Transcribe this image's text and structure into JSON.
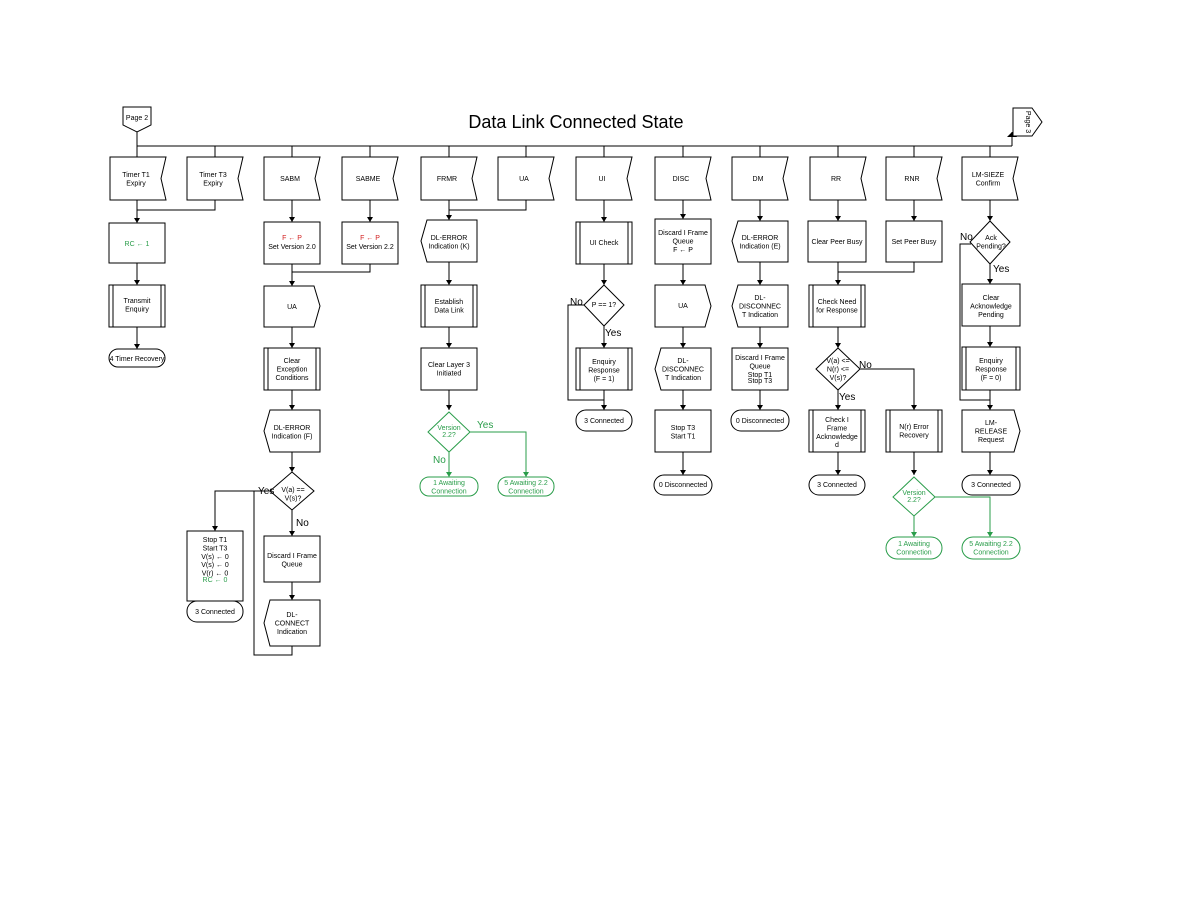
{
  "title": "Data Link Connected State",
  "colors": {
    "line": "#000000",
    "green": "#2a9d4a",
    "red": "#d21f1f"
  },
  "connectors": {
    "page_in": "Page 2",
    "page_out": "Page 3"
  },
  "events": [
    {
      "id": "t1",
      "lines": [
        "Timer T1",
        "Expiry"
      ]
    },
    {
      "id": "t3",
      "lines": [
        "Timer T3",
        "Expiry"
      ]
    },
    {
      "id": "sabm",
      "lines": [
        "SABM"
      ]
    },
    {
      "id": "sabme",
      "lines": [
        "SABME"
      ]
    },
    {
      "id": "frmr",
      "lines": [
        "FRMR"
      ]
    },
    {
      "id": "ua",
      "lines": [
        "UA"
      ]
    },
    {
      "id": "ui",
      "lines": [
        "UI"
      ]
    },
    {
      "id": "disc",
      "lines": [
        "DISC"
      ]
    },
    {
      "id": "dm",
      "lines": [
        "DM"
      ]
    },
    {
      "id": "rr",
      "lines": [
        "RR"
      ]
    },
    {
      "id": "rnr",
      "lines": [
        "RNR"
      ]
    },
    {
      "id": "lmseize",
      "lines": [
        "LM-SIEZE",
        "Confirm"
      ]
    }
  ],
  "nodes": {
    "rc1": {
      "lines": [
        "RC ← 1"
      ]
    },
    "transmit_enquiry": {
      "lines": [
        "Transmit",
        "Enquiry"
      ]
    },
    "timer_recovery": {
      "lines": [
        "4 Timer Recovery"
      ]
    },
    "sabm_fp": {
      "lines": [
        "F ← P"
      ]
    },
    "sabm_ver": {
      "lines": [
        "Set Version 2.0"
      ]
    },
    "sabme_fp": {
      "lines": [
        "F ← P"
      ]
    },
    "sabme_ver": {
      "lines": [
        "Set Version 2.2"
      ]
    },
    "ua_out": {
      "lines": [
        "UA"
      ]
    },
    "clear_exc": {
      "lines": [
        "Clear",
        "Exception",
        "Conditions"
      ]
    },
    "dl_error_f": {
      "lines": [
        "DL-ERROR",
        "Indication (F)"
      ]
    },
    "va_vs": {
      "lines": [
        "V(a) ==",
        "V(s)?"
      ]
    },
    "yes1": {
      "lines": [
        "Yes"
      ]
    },
    "no1": {
      "lines": [
        "No"
      ]
    },
    "stop_t1_box": {
      "lines": [
        "Stop T1",
        "Start T3",
        "V(s) ← 0",
        "V(s) ← 0",
        "V(r) ← 0"
      ]
    },
    "stop_t1_rc": {
      "lines": [
        "RC ← 0"
      ]
    },
    "connected_a": {
      "lines": [
        "3 Connected"
      ]
    },
    "discard_iq": {
      "lines": [
        "Discard I Frame",
        "Queue"
      ]
    },
    "dl_connect": {
      "lines": [
        "DL-",
        "CONNECT",
        "Indication"
      ]
    },
    "dl_error_k": {
      "lines": [
        "DL-ERROR",
        "Indication (K)"
      ]
    },
    "establish": {
      "lines": [
        "Establish",
        "Data Link"
      ]
    },
    "clear_l3": {
      "lines": [
        "Clear Layer 3",
        "Initiated"
      ]
    },
    "version_a": {
      "lines": [
        "Version",
        "2.2?"
      ]
    },
    "yes_a": {
      "lines": [
        "Yes"
      ]
    },
    "no_a": {
      "lines": [
        "No"
      ]
    },
    "awaiting_a": {
      "lines": [
        "1 Awaiting",
        "Connection"
      ]
    },
    "awaiting22_a": {
      "lines": [
        "5 Awaiting 2.2",
        "Connection"
      ]
    },
    "ui_check": {
      "lines": [
        "UI Check"
      ]
    },
    "p_eq_1": {
      "lines": [
        "P == 1?"
      ]
    },
    "no_p": {
      "lines": [
        "No"
      ]
    },
    "yes_p": {
      "lines": [
        "Yes"
      ]
    },
    "enquiry_f1": {
      "lines": [
        "Enquiry",
        "Response",
        "(F = 1)"
      ]
    },
    "connected_b": {
      "lines": [
        "3 Connected"
      ]
    },
    "discard_disc": {
      "lines": [
        "Discard I Frame",
        "Queue",
        "F ← P"
      ]
    },
    "ua_disc": {
      "lines": [
        "UA"
      ]
    },
    "dl_disc_ind": {
      "lines": [
        "DL-",
        "DISCONNEC",
        "T Indication"
      ]
    },
    "stop_t3": {
      "lines": [
        "Stop T3",
        "Start T1"
      ]
    },
    "disconnected_a": {
      "lines": [
        "0 Disconnected"
      ]
    },
    "dl_error_e": {
      "lines": [
        "DL-ERROR",
        "Indication (E)"
      ]
    },
    "dl_disc_dm": {
      "lines": [
        "DL-",
        "DISCONNEC",
        "T Indication"
      ]
    },
    "discard_dm": {
      "lines": [
        "Discard I Frame",
        "Queue",
        "Stop T1"
      ]
    },
    "discard_dm_t3": {
      "lines": [
        "Stop T3"
      ]
    },
    "disconnected_b": {
      "lines": [
        "0 Disconnected"
      ]
    },
    "clear_peer": {
      "lines": [
        "Clear Peer Busy"
      ]
    },
    "set_peer": {
      "lines": [
        "Set Peer Busy"
      ]
    },
    "check_need": {
      "lines": [
        "Check Need",
        "for Response"
      ]
    },
    "va_nr": {
      "lines": [
        "V(a) <=",
        "N(r) <=",
        "V(s)?"
      ]
    },
    "no_nr": {
      "lines": [
        "No"
      ]
    },
    "yes_nr": {
      "lines": [
        "Yes"
      ]
    },
    "check_iack": {
      "lines": [
        "Check I",
        "Frame",
        "Acknowledge",
        "d"
      ]
    },
    "nr_error": {
      "lines": [
        "N(r) Error",
        "Recovery"
      ]
    },
    "connected_c": {
      "lines": [
        "3 Connected"
      ]
    },
    "version_b": {
      "lines": [
        "Version",
        "2.2?"
      ]
    },
    "awaiting_b": {
      "lines": [
        "1 Awaiting",
        "Connection"
      ]
    },
    "awaiting22_b": {
      "lines": [
        "5 Awaiting 2.2",
        "Connection"
      ]
    },
    "ack_pending": {
      "lines": [
        "Ack",
        "Pending?"
      ]
    },
    "no_ack": {
      "lines": [
        "No"
      ]
    },
    "yes_ack": {
      "lines": [
        "Yes"
      ]
    },
    "clear_ack": {
      "lines": [
        "Clear",
        "Acknowledge",
        "Pending"
      ]
    },
    "enquiry_f0": {
      "lines": [
        "Enquiry",
        "Response",
        "(F = 0)"
      ]
    },
    "lm_release": {
      "lines": [
        "LM-",
        "RELEASE",
        "Request"
      ]
    },
    "connected_d": {
      "lines": [
        "3 Connected"
      ]
    }
  }
}
